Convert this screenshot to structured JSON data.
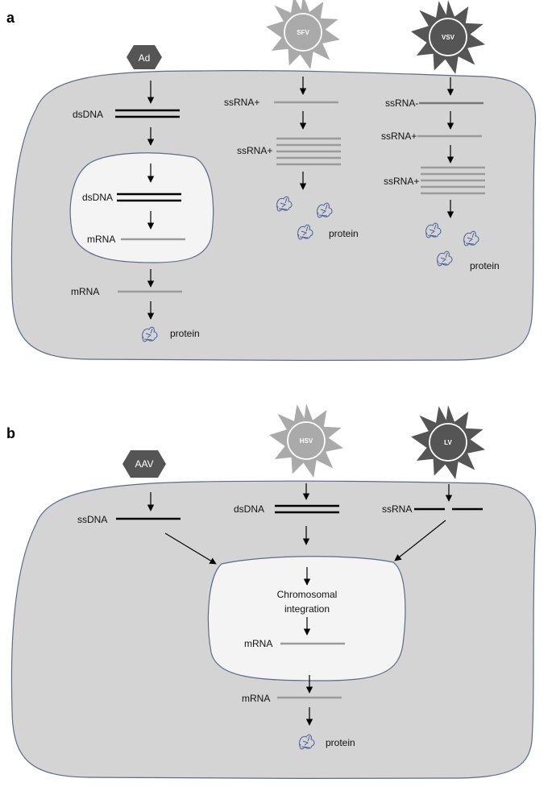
{
  "panels": {
    "a": {
      "letter": "a",
      "viruses": {
        "ad": "Ad",
        "sfv": "SFV",
        "vsv": "VSV"
      },
      "ad": {
        "dsdna_outer": "dsDNA",
        "dsdna_nuc": "dsDNA",
        "mrna_nuc": "mRNA",
        "mrna_cyto": "mRNA",
        "protein": "protein"
      },
      "sfv": {
        "ssrna_pos1": "ssRNA+",
        "ssrna_pos2": "ssRNA+",
        "protein": "protein"
      },
      "vsv": {
        "ssrna_neg": "ssRNA-",
        "ssrna_pos1": "ssRNA+",
        "ssrna_pos2": "ssRNA+",
        "protein": "protein"
      }
    },
    "b": {
      "letter": "b",
      "viruses": {
        "aav": "AAV",
        "hsv": "HSV",
        "lv": "LV"
      },
      "aav": {
        "ssdna": "ssDNA"
      },
      "hsv": {
        "dsdna": "dsDNA"
      },
      "lv": {
        "ssrna": "ssRNA"
      },
      "nucleus": {
        "integration_line1": "Chromosomal",
        "integration_line2": "integration",
        "mrna": "mRNA"
      },
      "cyto": {
        "mrna": "mRNA",
        "protein": "protein"
      }
    }
  },
  "colors": {
    "cell_fill": "#d4d4d4",
    "nucleus_fill": "#f4f4f4",
    "outline": "#5b6b8c",
    "virus_dark": "#555555",
    "virus_light": "#aaaaaa",
    "dna": "#000000",
    "rna": "#9a9a9a",
    "protein": "#4a5f9a"
  },
  "icons": [
    "hexagon-virus-icon",
    "spiky-virus-icon",
    "protein-icon",
    "arrow-down-icon"
  ]
}
